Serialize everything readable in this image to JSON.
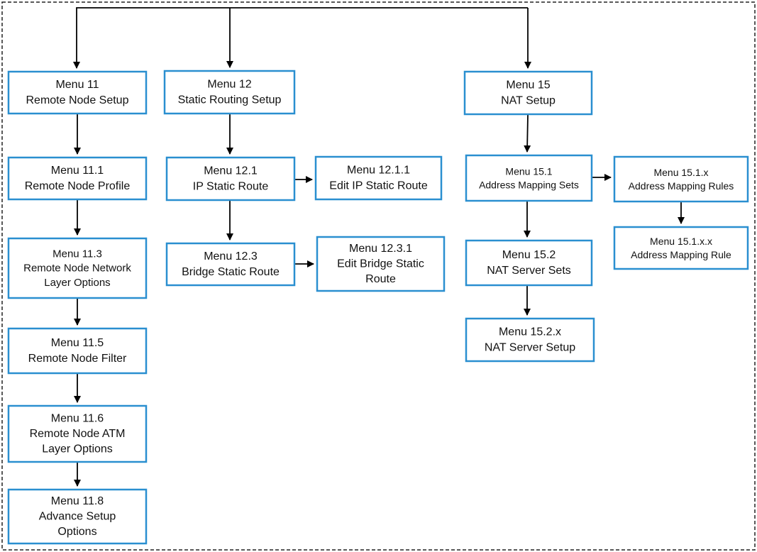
{
  "colors": {
    "box_border": "#2a8fd0",
    "connector": "#000000",
    "text": "#111111"
  },
  "nodes": {
    "m11": {
      "lines": [
        "Menu 11",
        "Remote Node Setup"
      ]
    },
    "m11_1": {
      "lines": [
        "Menu 11.1",
        "Remote Node Profile"
      ]
    },
    "m11_3": {
      "lines": [
        "Menu 11.3",
        "Remote Node Network",
        "Layer Options"
      ]
    },
    "m11_5": {
      "lines": [
        "Menu 11.5",
        "Remote Node Filter"
      ]
    },
    "m11_6": {
      "lines": [
        "Menu 11.6",
        "Remote Node ATM",
        "Layer Options"
      ]
    },
    "m11_8": {
      "lines": [
        "Menu 11.8",
        "Advance Setup",
        "Options"
      ]
    },
    "m12": {
      "lines": [
        "Menu 12",
        "Static Routing Setup"
      ]
    },
    "m12_1": {
      "lines": [
        "Menu 12.1",
        "IP Static Route"
      ]
    },
    "m12_1_1": {
      "lines": [
        "Menu 12.1.1",
        "Edit IP Static Route"
      ]
    },
    "m12_3": {
      "lines": [
        "Menu 12.3",
        "Bridge Static Route"
      ]
    },
    "m12_3_1": {
      "lines": [
        "Menu 12.3.1",
        "Edit Bridge Static",
        "Route"
      ]
    },
    "m15": {
      "lines": [
        "Menu 15",
        "NAT Setup"
      ]
    },
    "m15_1": {
      "lines": [
        "Menu 15.1",
        "Address Mapping Sets"
      ]
    },
    "m15_1_x": {
      "lines": [
        "Menu 15.1.x",
        "Address Mapping Rules"
      ]
    },
    "m15_1_x_x": {
      "lines": [
        "Menu 15.1.x.x",
        "Address Mapping Rule"
      ]
    },
    "m15_2": {
      "lines": [
        "Menu 15.2",
        "NAT Server Sets"
      ]
    },
    "m15_2_x": {
      "lines": [
        "Menu 15.2.x",
        "NAT Server Setup"
      ]
    }
  },
  "edges": [
    {
      "from": "root",
      "to": "m11"
    },
    {
      "from": "root",
      "to": "m12"
    },
    {
      "from": "root",
      "to": "m15"
    },
    {
      "from": "m11",
      "to": "m11_1"
    },
    {
      "from": "m11_1",
      "to": "m11_3"
    },
    {
      "from": "m11_3",
      "to": "m11_5"
    },
    {
      "from": "m11_5",
      "to": "m11_6"
    },
    {
      "from": "m11_6",
      "to": "m11_8"
    },
    {
      "from": "m12",
      "to": "m12_1"
    },
    {
      "from": "m12_1",
      "to": "m12_1_1"
    },
    {
      "from": "m12_1",
      "to": "m12_3"
    },
    {
      "from": "m12_3",
      "to": "m12_3_1"
    },
    {
      "from": "m15",
      "to": "m15_1"
    },
    {
      "from": "m15_1",
      "to": "m15_1_x"
    },
    {
      "from": "m15_1_x",
      "to": "m15_1_x_x"
    },
    {
      "from": "m15_1",
      "to": "m15_2"
    },
    {
      "from": "m15_2",
      "to": "m15_2_x"
    }
  ]
}
